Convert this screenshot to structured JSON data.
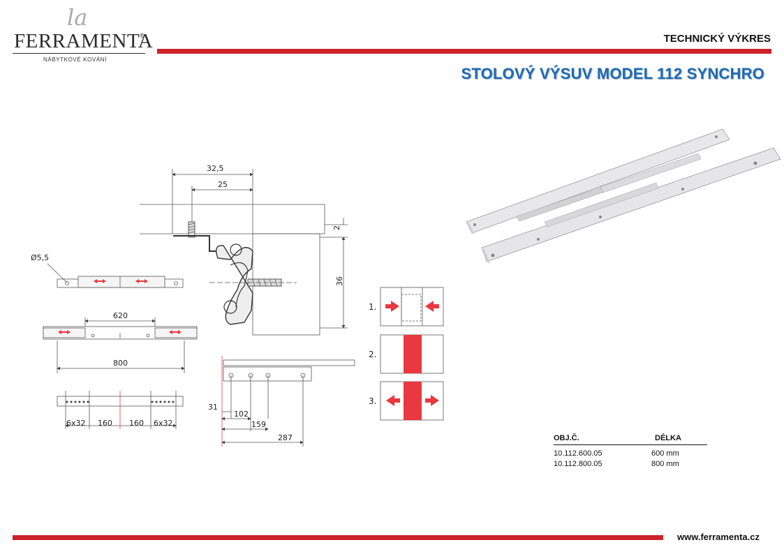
{
  "logo": {
    "script": "la",
    "name": "FERRAMENTA",
    "registered": "®",
    "tagline": "NÁBYTKOVÉ KOVÁNÍ"
  },
  "header": {
    "doc_type": "TECHNICKÝ VÝKRES",
    "title": "STOLOVÝ VÝSUV MODEL 112 SYNCHRO"
  },
  "colors": {
    "accent_red": "#cc2229",
    "title_blue": "#1f6bb3",
    "drawing_red": "#e9383f"
  },
  "drawing": {
    "profile_dims": {
      "width_a": "32,5",
      "width_b": "25",
      "thickness": "2",
      "height": "36"
    },
    "hole": "Ø5,5",
    "lengths": {
      "gap": "620",
      "total": "800"
    },
    "spacing": {
      "a": "6x32",
      "b": "160",
      "c": "160",
      "d": "6x32"
    },
    "positions": {
      "p1": "31",
      "p2": "102",
      "p3": "159",
      "p4": "287"
    },
    "steps": [
      "1.",
      "2.",
      "3."
    ]
  },
  "table": {
    "headers": [
      "OBJ.Č.",
      "DÉLKA"
    ],
    "rows": [
      {
        "code": "10.112.600.05",
        "length": "600 mm"
      },
      {
        "code": "10.112.800.05",
        "length": "800 mm"
      }
    ]
  },
  "footer": {
    "website": "www.ferramenta.cz"
  }
}
